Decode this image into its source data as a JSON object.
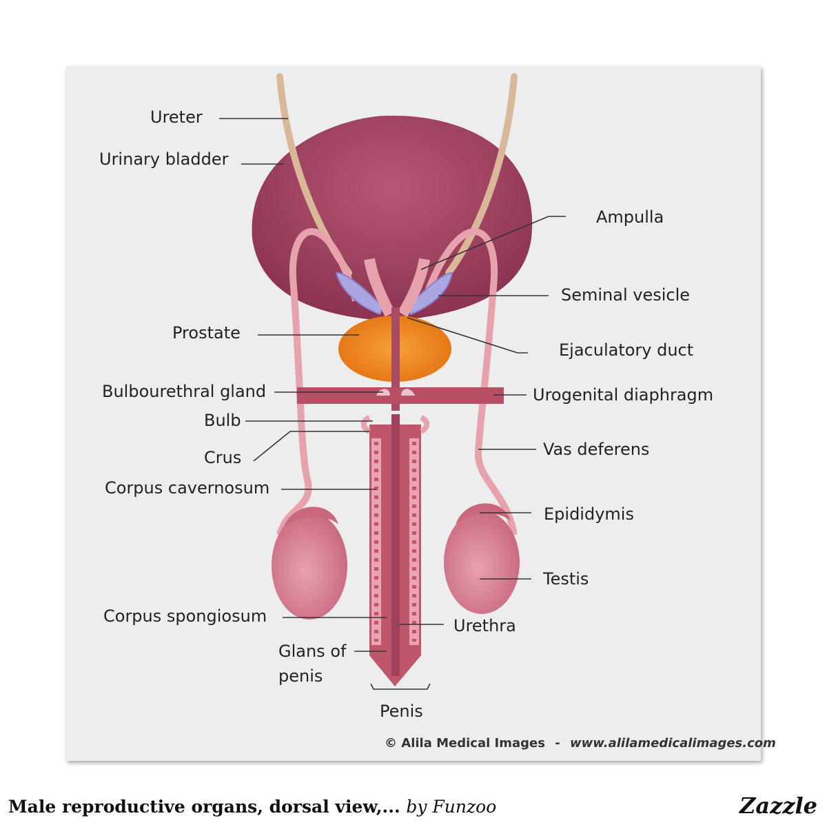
{
  "poster": {
    "labels": {
      "ureter": "Ureter",
      "urinary_bladder": "Urinary bladder",
      "ampulla": "Ampulla",
      "seminal_vesicle": "Seminal  vesicle",
      "prostate": "Prostate",
      "ejaculatory_duct": "Ejaculatory duct",
      "bulbourethral_gland": "Bulbourethral gland",
      "urogenital_diaphragm": "Urogenital diaphragm",
      "bulb": "Bulb",
      "crus": "Crus",
      "vas_deferens": "Vas deferens",
      "corpus_cavernosum": "Corpus cavernosum",
      "epididymis": "Epididymis",
      "testis": "Testis",
      "corpus_spongiosum": "Corpus spongiosum",
      "urethra": "Urethra",
      "glans_line1": "Glans of",
      "glans_line2": "penis",
      "penis": "Penis"
    },
    "credit": {
      "copyright": "© Alila Medical Images",
      "separator": "-",
      "url": "www.alilamedicalimages.com"
    },
    "colors": {
      "bladder": "#9c3f5a",
      "prostate": "#f08a1c",
      "seminal_vesicle": "#a9a6e0",
      "tissue": "#c0566a",
      "light_tissue": "#e6a3ae",
      "ureter": "#d9b89a"
    }
  },
  "footer": {
    "title": "Male reproductive organs, dorsal view,...",
    "by": "by Funzoo",
    "brand": "Zazzle"
  }
}
